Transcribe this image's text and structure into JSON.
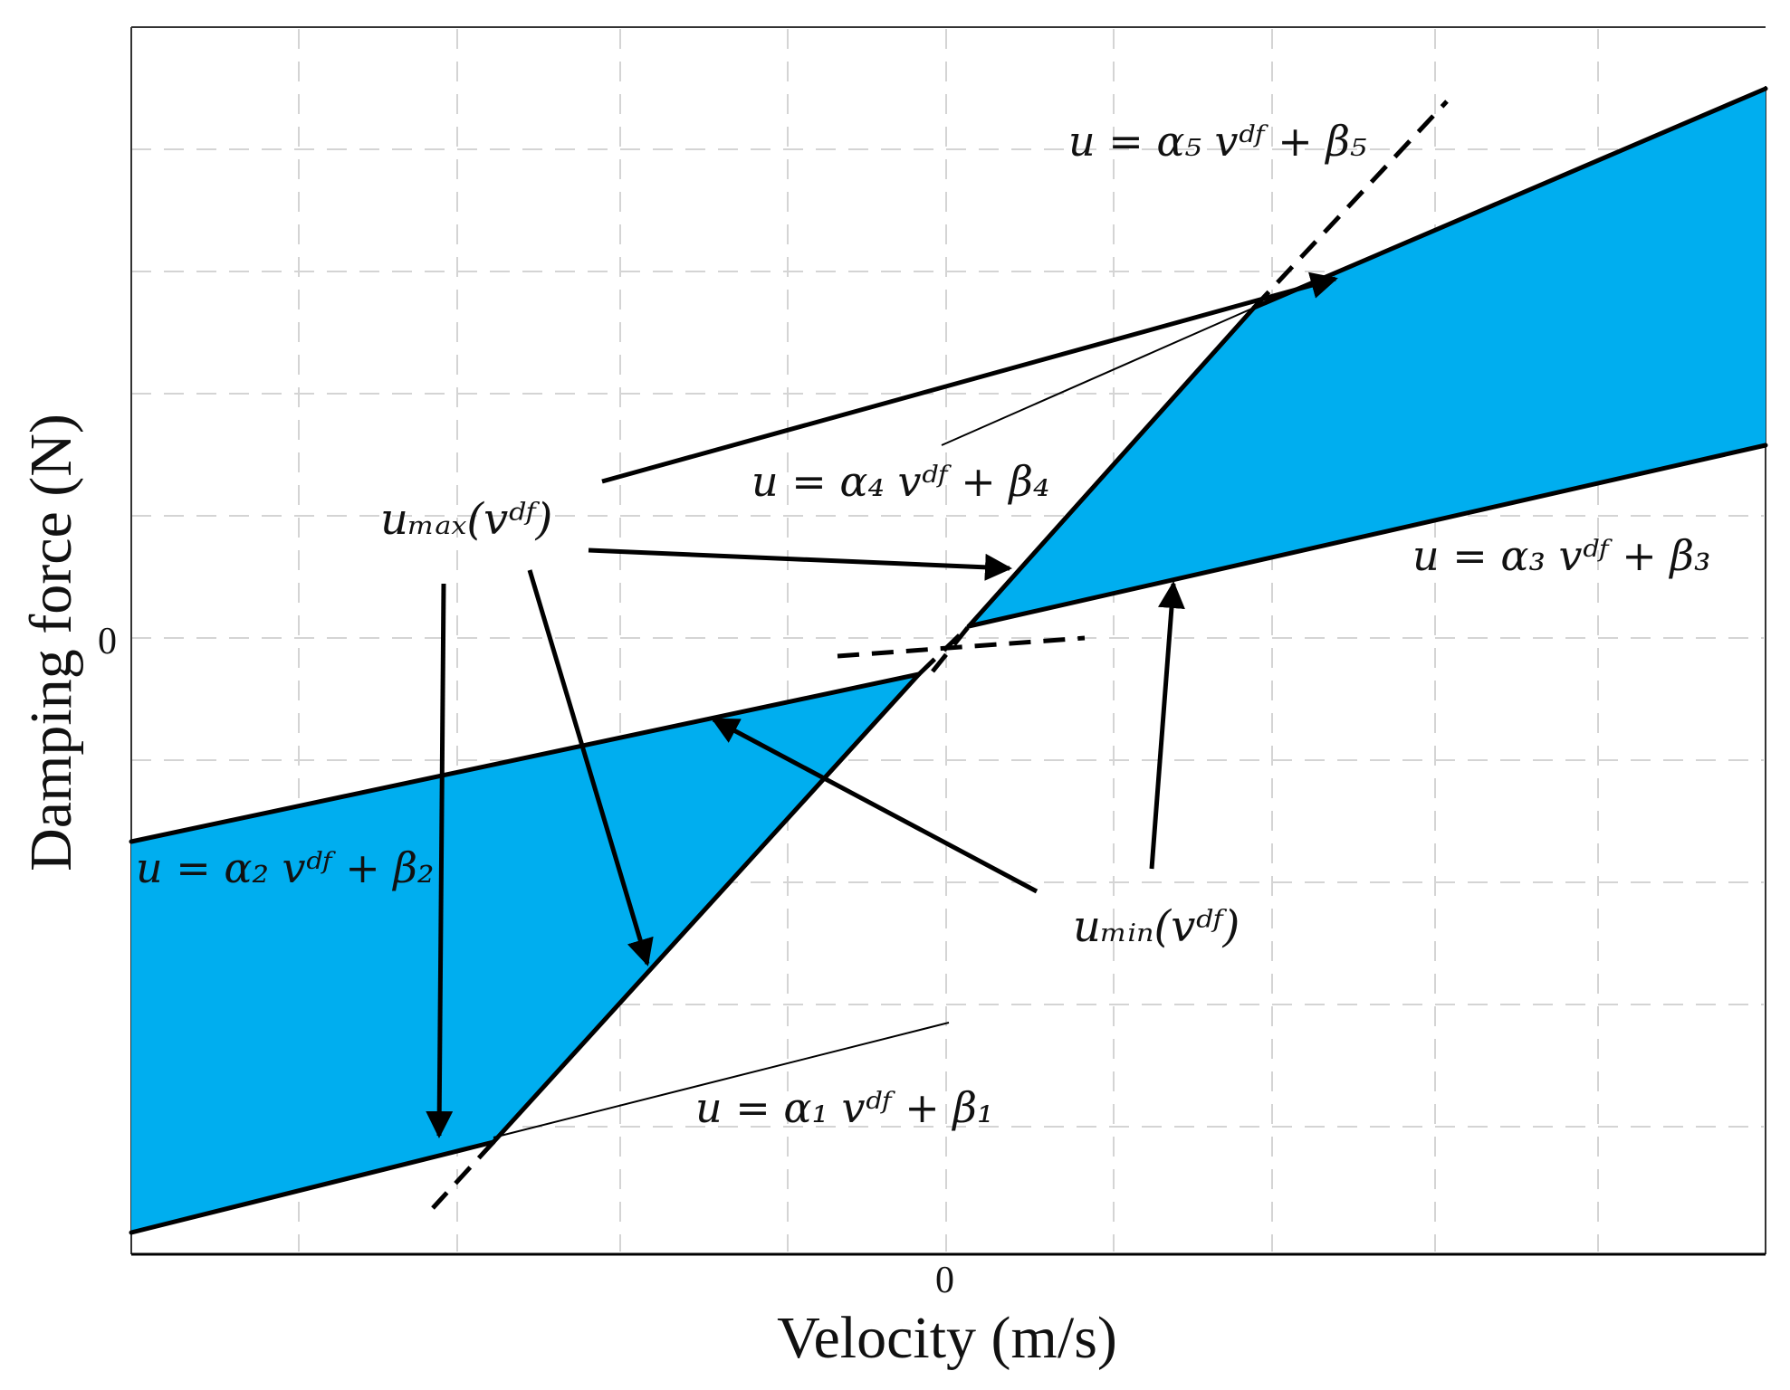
{
  "axes": {
    "ylabel": "Damping force (N)",
    "xlabel": "Velocity  (m/s)",
    "y_zero_tick": "0",
    "x_zero_tick": "0"
  },
  "equations": {
    "eq1": "u = α₁ vᵈᶠ + β₁",
    "eq2": "u = α₂ vᵈᶠ + β₂",
    "eq3": "u = α₃ vᵈᶠ + β₃",
    "eq4": "u = α₄ vᵈᶠ + β₄",
    "eq5": "u = α₅ vᵈᶠ + β₅"
  },
  "bounds": {
    "umax": "uₘₐₓ(vᵈᶠ)",
    "umin": "uₘᵢₙ(vᵈᶠ)"
  },
  "colors": {
    "region_fill": "#00AEEF",
    "line": "#000000",
    "grid": "#d4d4d4"
  }
}
